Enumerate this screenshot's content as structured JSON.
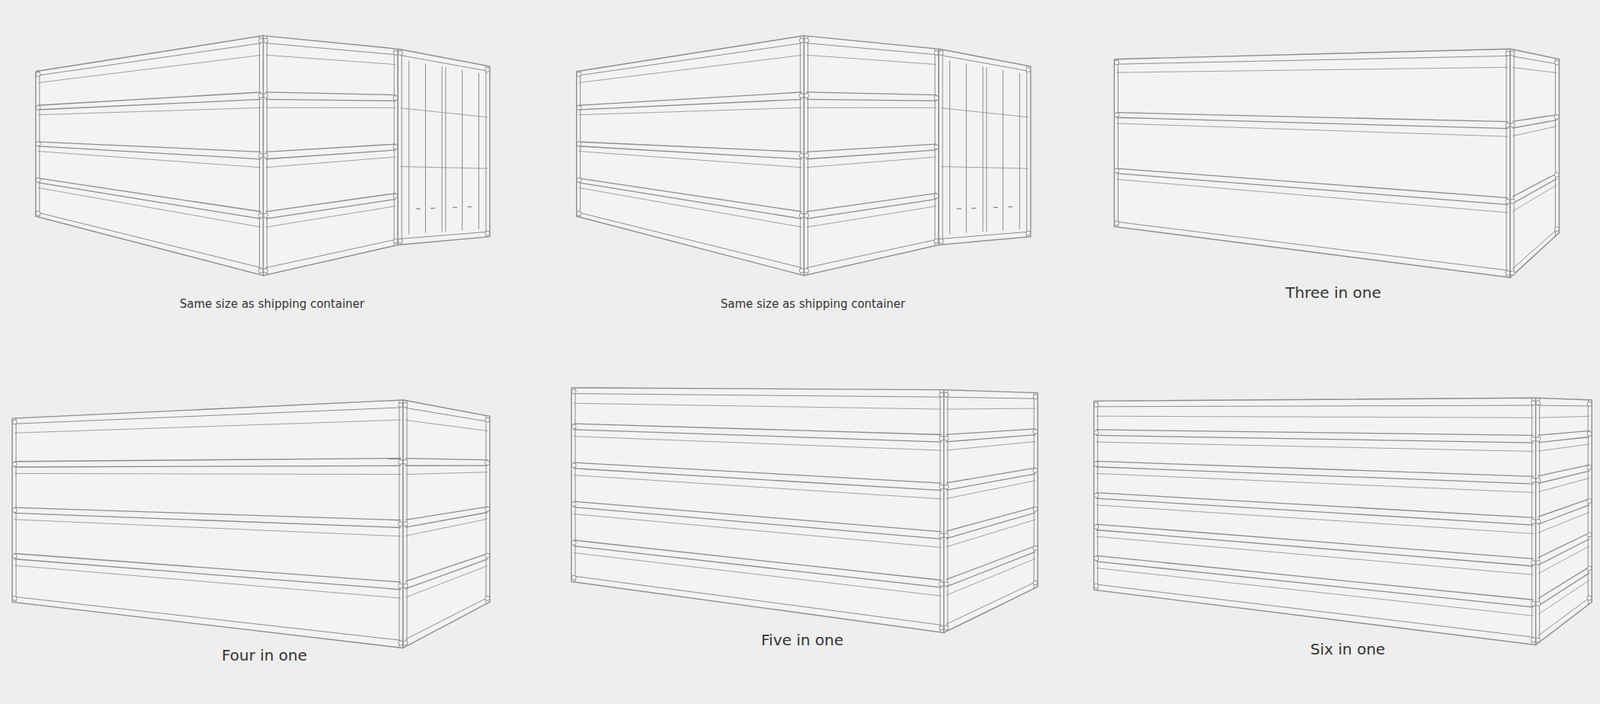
{
  "diagram": {
    "labels": [
      "Same size as shipping container",
      "Same size as shipping container",
      "Three in one",
      "Four in one",
      "Five in one",
      "Six in one"
    ]
  }
}
